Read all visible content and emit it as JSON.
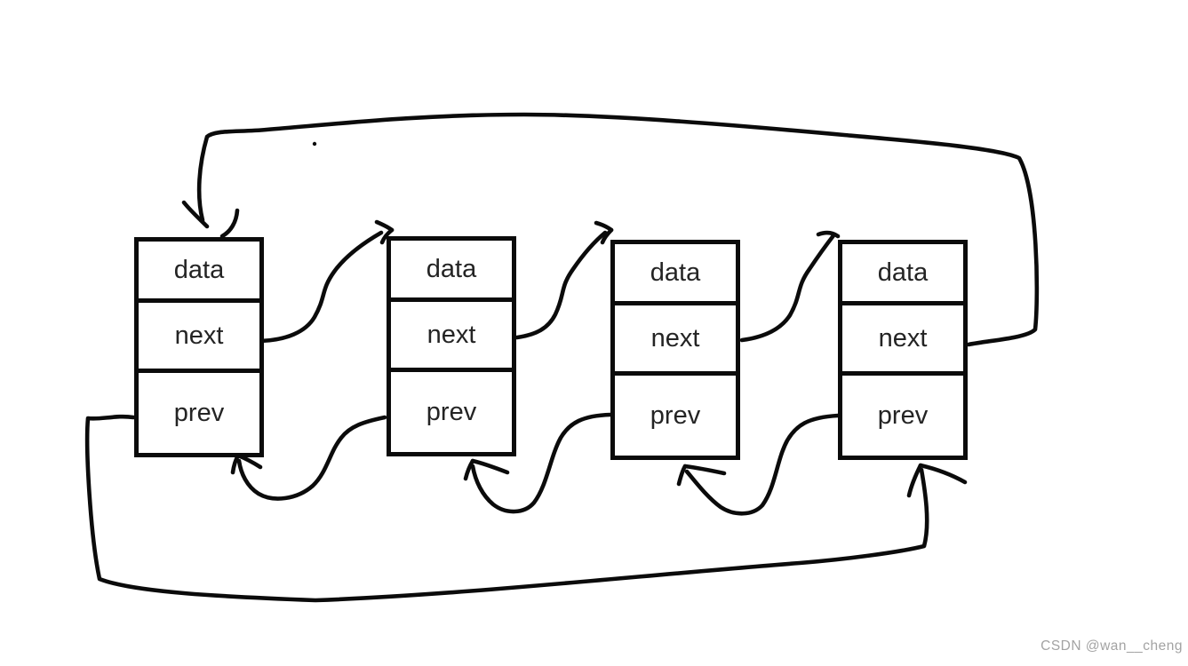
{
  "diagram": {
    "kind": "doubly-circular-linked-list",
    "ink_color": "#0b0b0b",
    "node_count": 4,
    "nodes": [
      {
        "id": "node-1",
        "cells": [
          {
            "label": "data"
          },
          {
            "label": "next"
          },
          {
            "label": "prev"
          }
        ]
      },
      {
        "id": "node-2",
        "cells": [
          {
            "label": "data"
          },
          {
            "label": "next"
          },
          {
            "label": "prev"
          }
        ]
      },
      {
        "id": "node-3",
        "cells": [
          {
            "label": "data"
          },
          {
            "label": "next"
          },
          {
            "label": "prev"
          }
        ]
      },
      {
        "id": "node-4",
        "cells": [
          {
            "label": "data"
          },
          {
            "label": "next"
          },
          {
            "label": "prev"
          }
        ]
      }
    ],
    "edges": [
      {
        "from": "node-1.next",
        "to": "node-2",
        "type": "next"
      },
      {
        "from": "node-2.next",
        "to": "node-3",
        "type": "next"
      },
      {
        "from": "node-3.next",
        "to": "node-4",
        "type": "next"
      },
      {
        "from": "node-4.next",
        "to": "node-1",
        "type": "next-wraparound-top"
      },
      {
        "from": "node-2.prev",
        "to": "node-1",
        "type": "prev"
      },
      {
        "from": "node-3.prev",
        "to": "node-2",
        "type": "prev"
      },
      {
        "from": "node-4.prev",
        "to": "node-3",
        "type": "prev"
      },
      {
        "from": "node-1.prev",
        "to": "node-4",
        "type": "prev-wraparound-bottom"
      }
    ]
  },
  "watermark": {
    "text": "CSDN @wan__cheng",
    "color": "#a3a3a3"
  }
}
